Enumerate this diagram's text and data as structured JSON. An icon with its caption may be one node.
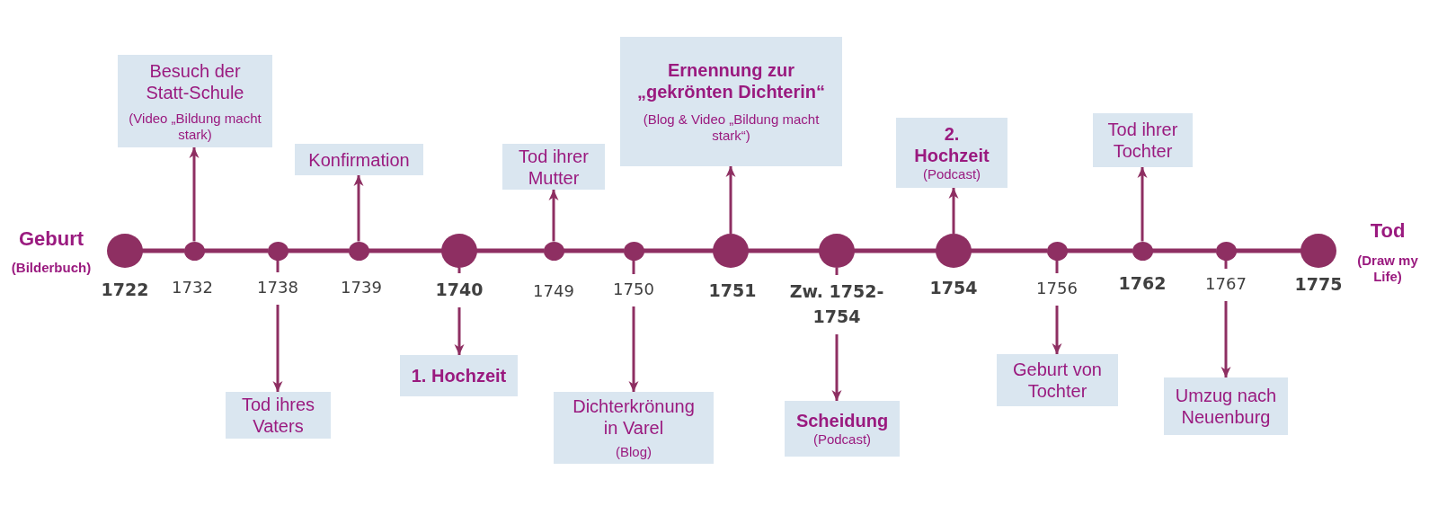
{
  "diagram": {
    "nodes": [
      {
        "text": [],
        "shape": "circle",
        "beside": [
          "Geburt",
          "(Bilderbuch)",
          "1722"
        ]
      },
      {
        "text": [],
        "shape": "circle",
        "beside": [
          "1732"
        ]
      },
      {
        "text": [
          "Besuch der Statt-Schule",
          "(Video „Bildung macht stark)"
        ]
      },
      {
        "text": [],
        "shape": "circle",
        "beside": [
          "1738"
        ]
      },
      {
        "text": [
          "Tod ihres Vaters"
        ]
      },
      {
        "text": [],
        "shape": "circle",
        "beside": [
          "1739"
        ]
      },
      {
        "text": [
          "Konfirmation"
        ]
      },
      {
        "text": [],
        "shape": "circle",
        "beside": [
          "1740"
        ]
      },
      {
        "text": [
          "1. Hochzeit"
        ]
      },
      {
        "text": [],
        "shape": "circle",
        "beside": [
          "1749"
        ]
      },
      {
        "text": [
          "Tod ihrer Mutter"
        ]
      },
      {
        "text": [],
        "shape": "circle",
        "beside": [
          "1750"
        ]
      },
      {
        "text": [
          "Dichterkrönung in Varel",
          "(Blog)"
        ]
      },
      {
        "text": [],
        "shape": "circle",
        "beside": [
          "1751"
        ]
      },
      {
        "text": [
          "Ernennung zur „gekrönten Dichterin“",
          "(Blog & Video „Bildung macht stark“)"
        ]
      },
      {
        "text": [],
        "shape": "circle",
        "beside": [
          "Zw. 1752- 1754"
        ]
      },
      {
        "text": [
          "Scheidung",
          "(Podcast)"
        ]
      },
      {
        "text": [],
        "shape": "circle",
        "beside": [
          "1754"
        ]
      },
      {
        "text": [
          "2. Hochzeit",
          "(Podcast)"
        ]
      },
      {
        "text": [],
        "shape": "circle",
        "beside": [
          "1756"
        ]
      },
      {
        "text": [
          "Geburt von Tochter"
        ]
      },
      {
        "text": [],
        "shape": "circle",
        "beside": [
          "1762"
        ]
      },
      {
        "text": [
          "Tod ihrer Tochter"
        ]
      },
      {
        "text": [],
        "shape": "circle",
        "beside": [
          "1767"
        ]
      },
      {
        "text": [
          "Umzug nach Neuenburg"
        ]
      },
      {
        "text": [],
        "shape": "circle",
        "beside": [
          "Tod",
          "(Draw my Life)",
          "1775"
        ]
      }
    ],
    "edges": [
      {
        "from": 0,
        "to": 1,
        "arrow": "none"
      },
      {
        "from": 1,
        "to": 3,
        "arrow": "none"
      },
      {
        "from": 3,
        "to": 5,
        "arrow": "none"
      },
      {
        "from": 5,
        "to": 7,
        "arrow": "none"
      },
      {
        "from": 7,
        "to": 9,
        "arrow": "none"
      },
      {
        "from": 9,
        "to": 11,
        "arrow": "none"
      },
      {
        "from": 11,
        "to": 13,
        "arrow": "none"
      },
      {
        "from": 13,
        "to": 15,
        "arrow": "none"
      },
      {
        "from": 15,
        "to": 17,
        "arrow": "none"
      },
      {
        "from": 17,
        "to": 19,
        "arrow": "none"
      },
      {
        "from": 19,
        "to": 21,
        "arrow": "none"
      },
      {
        "from": 21,
        "to": 23,
        "arrow": "none"
      },
      {
        "from": 23,
        "to": 25,
        "arrow": "none"
      },
      {
        "from": 1,
        "to": 2,
        "arrow": "to"
      },
      {
        "from": 3,
        "to": 4,
        "arrow": "to"
      },
      {
        "from": 5,
        "to": 6,
        "arrow": "to"
      },
      {
        "from": 7,
        "to": 8,
        "arrow": "to"
      },
      {
        "from": 9,
        "to": 10,
        "arrow": "to"
      },
      {
        "from": 11,
        "to": 12,
        "arrow": "to"
      },
      {
        "from": 13,
        "to": 14,
        "arrow": "to"
      },
      {
        "from": 15,
        "to": 16,
        "arrow": "to"
      },
      {
        "from": 17,
        "to": 18,
        "arrow": "to"
      },
      {
        "from": 19,
        "to": 20,
        "arrow": "to"
      },
      {
        "from": 21,
        "to": 22,
        "arrow": "to"
      },
      {
        "from": 23,
        "to": 24,
        "arrow": "to"
      }
    ]
  }
}
